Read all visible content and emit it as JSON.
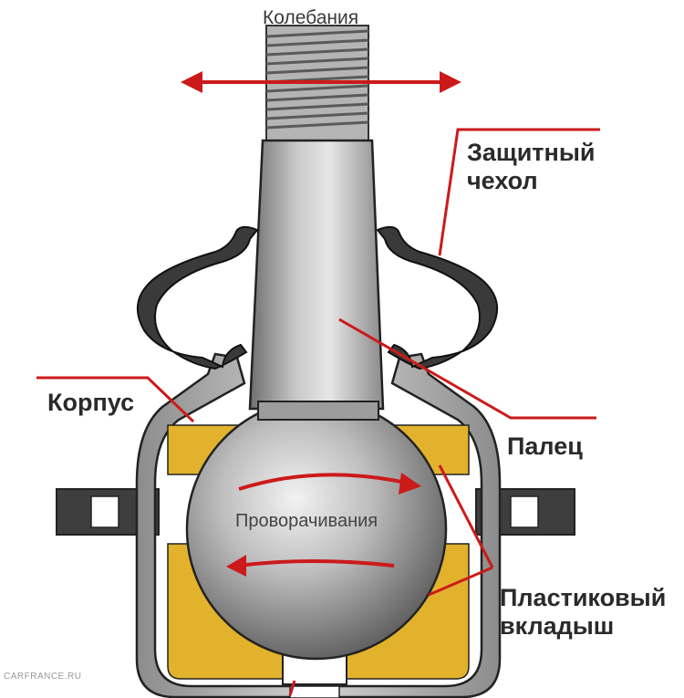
{
  "labels": {
    "oscillation": "Колебания",
    "boot_line1": "Защитный",
    "boot_line2": "чехол",
    "housing": "Корпус",
    "pin": "Палец",
    "rotation": "Проворачивания",
    "liner_line1": "Пластиковый",
    "liner_line2": "вкладыш"
  },
  "watermark": "CARFRANCE.RU",
  "colors": {
    "leader_line": "#cc1a1a",
    "liner": "#e2b22c",
    "metal": "#9a9a9a",
    "outline": "#222222"
  }
}
